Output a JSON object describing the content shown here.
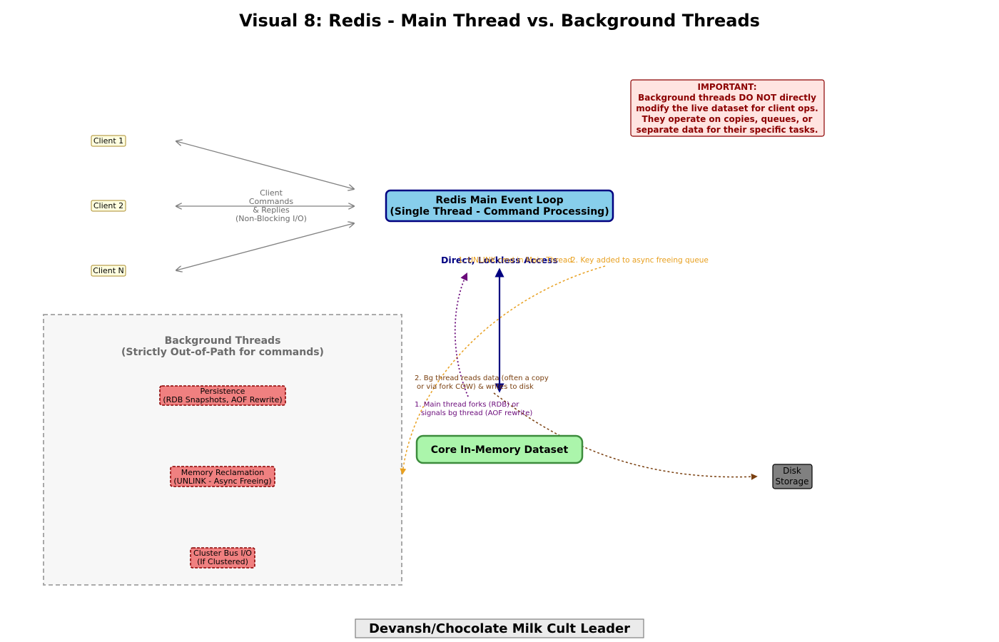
{
  "title": "Visual 8: Redis - Main Thread vs. Background Threads",
  "clients": [
    "Client 1",
    "Client 2",
    "Client N"
  ],
  "client_io_label": [
    "Client",
    "Commands",
    "& Replies",
    "(Non-Blocking I/O)"
  ],
  "main_loop": {
    "line1": "Redis Main Event Loop",
    "line2": "(Single Thread - Command Processing)"
  },
  "direct_access_label": "Direct, Lockless Access",
  "core_dataset": "Core In-Memory Dataset",
  "important_note": [
    "IMPORTANT:",
    "Background threads DO NOT directly",
    "modify the live dataset for client ops.",
    "They operate on copies, queues, or",
    "separate data for their specific tasks."
  ],
  "background": {
    "title_line1": "Background Threads",
    "title_line2": "(Strictly Out-of-Path for commands)",
    "persistence": [
      "Persistence",
      "(RDB Snapshots, AOF Rewrite)"
    ],
    "memory": [
      "Memory Reclamation",
      "(UNLINK - Async Freeing)"
    ],
    "cluster": [
      "Cluster Bus I/O",
      "(If Clustered)"
    ]
  },
  "annotations": {
    "fork": [
      "1. Main thread forks (RDB) or",
      "signals bg thread (AOF rewrite)"
    ],
    "reads": [
      "2. Bg thread reads data (often a copy",
      "or via fork COW) & writes to disk"
    ],
    "unlink_main": "1. UNLINK cmd in Main Thread",
    "unlink_queue": "2. Key added to async freeing queue"
  },
  "disk": [
    "Disk",
    "Storage"
  ],
  "footer": "Devansh/Chocolate Milk Cult Leader",
  "colors": {
    "main_loop_fill": "#87CEEB",
    "main_loop_border": "#000080",
    "dataset_fill": "#ABF5AB",
    "dataset_border": "#3C8C3C",
    "bg_thread_fill": "#F08080",
    "bg_thread_border": "#8B0000",
    "important_fill": "#FFE4E1",
    "important_text": "#8B0000",
    "client_fill": "#FFFFE0",
    "client_border": "#A88A2A",
    "fork_color": "#6A0A7A",
    "persistence_color": "#7A4010",
    "unlink_color": "#E8A020",
    "disk_fill": "#808080"
  }
}
